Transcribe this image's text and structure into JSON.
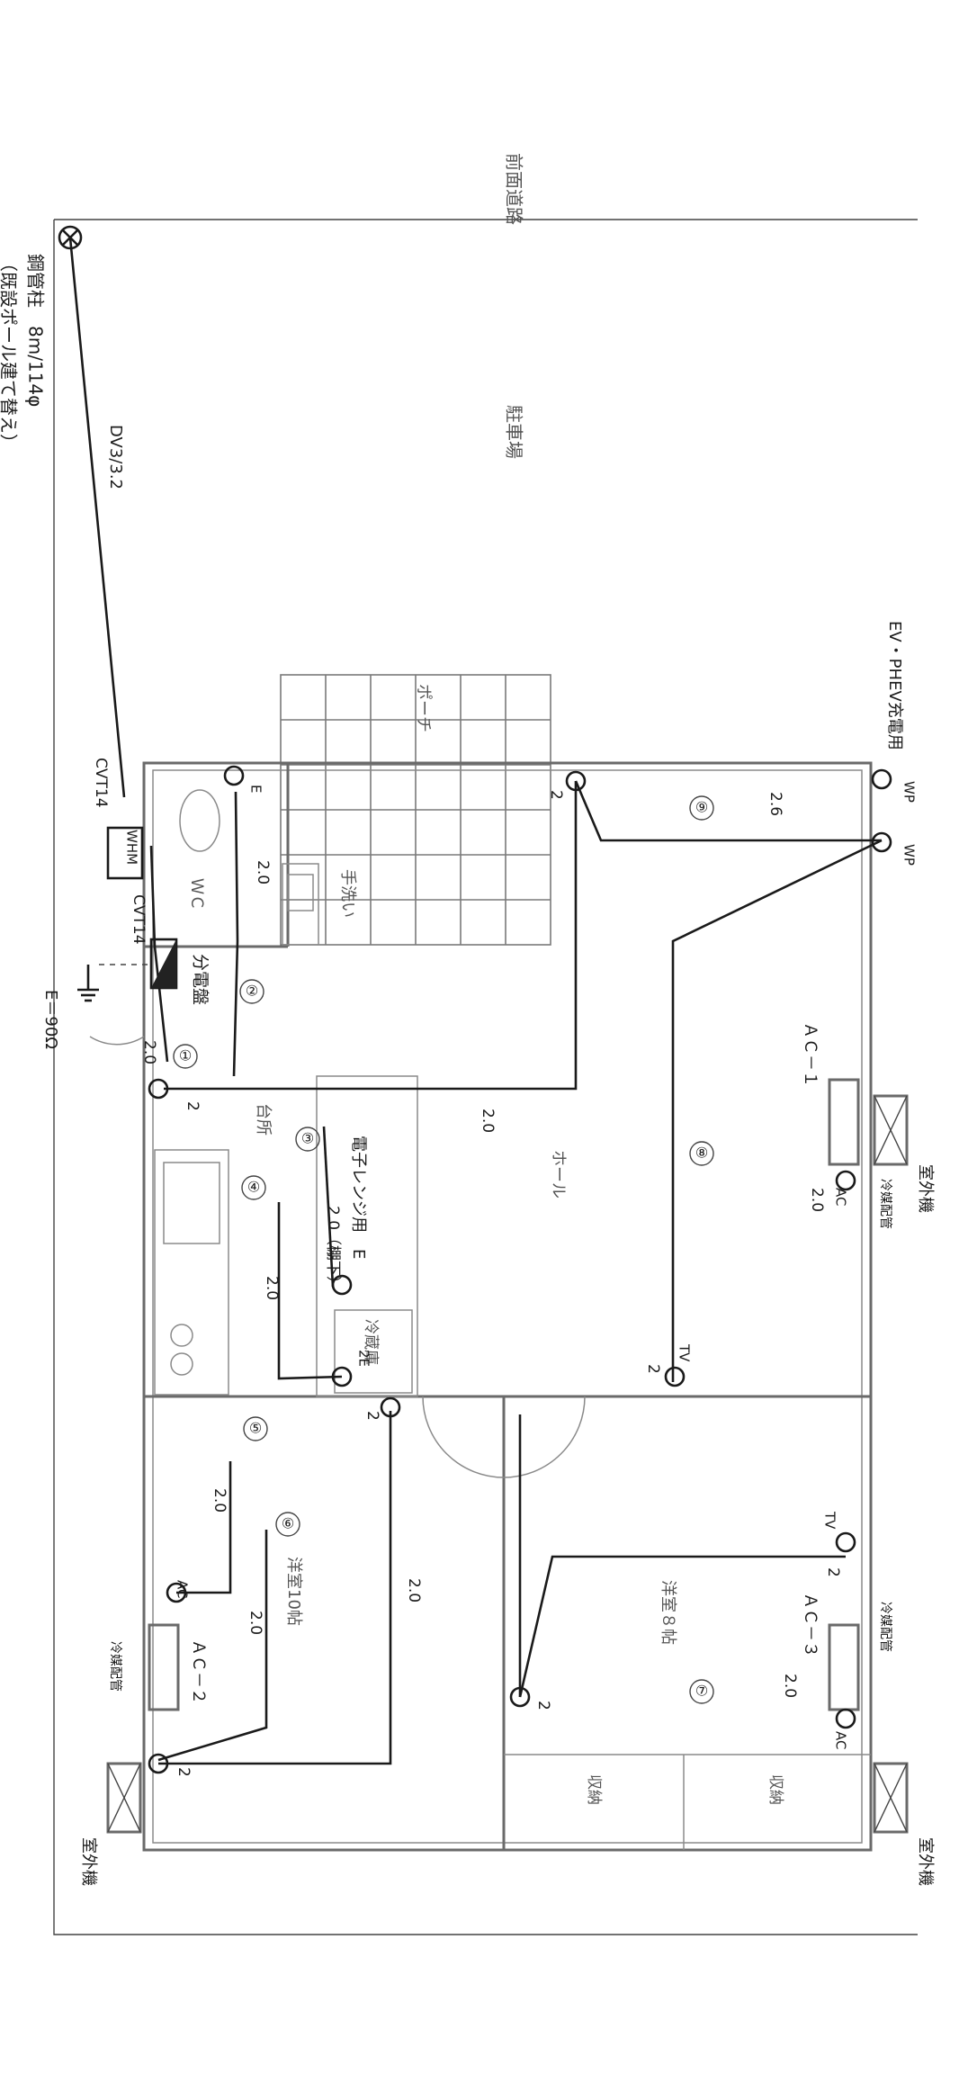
{
  "site": {
    "road_label": "前面道路",
    "parking_label": "駐車場",
    "pole_label": "鋼管柱　8m/114φ",
    "pole_note": "（既設ポール建て替え）",
    "ev_label": "EV・PHEV充電用",
    "ground_label": "E＝90Ω"
  },
  "cables": {
    "service_drop": "DV3/3.2",
    "cvt_main": "CVT14",
    "cvt_branch": "CVT14"
  },
  "equipment": {
    "meter": "WHM",
    "panel": "分電盤",
    "range_outlet": "電子レンジ用　E",
    "range_note": "2.0（棚下）",
    "fridge": "冷蔵庫",
    "ac1": "ＡＣ－１",
    "ac2": "ＡＣ－２",
    "ac3": "ＡＣ－３",
    "ac_tag": "AC",
    "tv_tag": "TV",
    "wp_tag": "WP",
    "outdoor_unit": "室外機",
    "refrigerant_pipe": "冷媒配管",
    "e_tag": "E",
    "e2_tag": "2E"
  },
  "rooms": {
    "porch": "ポーチ",
    "wc": "ＷＣ",
    "washbasin": "手洗い",
    "hall": "ホール",
    "kitchen": "台所",
    "western10": "洋室10帖",
    "western8": "洋室８帖",
    "storage": "収納"
  },
  "circuits": [
    "①",
    "②",
    "③",
    "④",
    "⑤",
    "⑥",
    "⑦",
    "⑧",
    "⑨"
  ],
  "wire_labels": {
    "w20": "2.0",
    "w26": "2.6",
    "count2": "2"
  }
}
